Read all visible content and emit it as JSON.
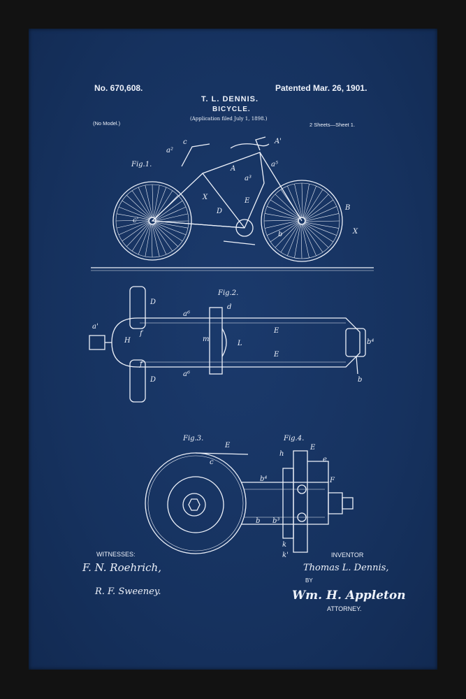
{
  "header": {
    "patent_number": "No. 670,608.",
    "patent_date": "Patented Mar. 26, 1901.",
    "inventor_name": "T. L. DENNIS.",
    "title": "BICYCLE.",
    "application": "(Application filed July 1, 1898.)",
    "model_note": "(No Model.)",
    "sheets": "2 Sheets—Sheet 1."
  },
  "figures": {
    "fig1": "Fig.1.",
    "fig2": "Fig.2.",
    "fig3": "Fig.3.",
    "fig4": "Fig.4."
  },
  "footer": {
    "witnesses_label": "WITNESSES:",
    "witness_1": "F. N. Roehrich,",
    "witness_2": "R. F. Sweeney.",
    "inventor_label": "INVENTOR",
    "inventor_signature": "Thomas L. Dennis,",
    "by_label": "BY",
    "attorney_signature": "Wm. H. Appleton",
    "attorney_label": "ATTORNEY."
  },
  "colors": {
    "frame": "#121212",
    "blueprint": "#16325f",
    "ink": "#eef2fa"
  }
}
